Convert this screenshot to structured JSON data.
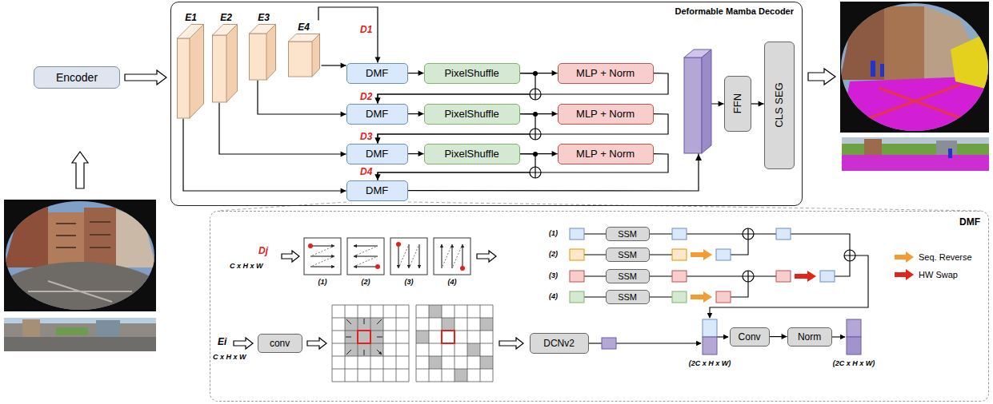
{
  "diagram": {
    "nodes": [
      {
        "text": [
          "Encoder"
        ]
      },
      {
        "text": [
          "Deformable Mamba Decoder"
        ]
      },
      {
        "text": [
          "E1"
        ],
        "in": 1
      },
      {
        "text": [
          "E2"
        ],
        "in": 1
      },
      {
        "text": [
          "E3"
        ],
        "in": 1
      },
      {
        "text": [
          "E4"
        ],
        "in": 1
      },
      {
        "text": [
          "DMF"
        ],
        "in": 1
      },
      {
        "text": [
          "PixelShuffle"
        ],
        "in": 1
      },
      {
        "text": [
          "MLP + Norm"
        ],
        "in": 1
      },
      {
        "text": [
          "DMF"
        ],
        "in": 1
      },
      {
        "text": [
          "PixelShuffle"
        ],
        "in": 1
      },
      {
        "text": [
          "MLP + Norm"
        ],
        "in": 1
      },
      {
        "text": [
          "DMF"
        ],
        "in": 1
      },
      {
        "text": [
          "PixelShuffle"
        ],
        "in": 1
      },
      {
        "text": [
          "MLP + Norm"
        ],
        "in": 1
      },
      {
        "text": [
          "DMF"
        ],
        "in": 1
      },
      {
        "text": [
          "FFN"
        ],
        "in": 1
      },
      {
        "text": [
          "CLS SEG"
        ],
        "in": 1
      },
      {
        "text": [
          "DMF"
        ]
      },
      {
        "text": [
          "SSM"
        ],
        "in": 18
      },
      {
        "text": [
          "SSM"
        ],
        "in": 18
      },
      {
        "text": [
          "SSM"
        ],
        "in": 18
      },
      {
        "text": [
          "SSM"
        ],
        "in": 18
      },
      {
        "text": [
          "conv"
        ],
        "in": 18
      },
      {
        "text": [
          "DCNv2"
        ],
        "in": 18
      },
      {
        "text": [
          "Conv"
        ],
        "in": 18
      },
      {
        "text": [
          "Norm"
        ],
        "in": 18
      }
    ],
    "edges": [
      {
        "from": 0,
        "to": 1,
        "arrow": "to"
      },
      {
        "from": 5,
        "to": 6,
        "arrow": "to"
      },
      {
        "from": 5,
        "to": 6,
        "arrow": "to"
      },
      {
        "from": 6,
        "to": 7,
        "arrow": "to"
      },
      {
        "from": 7,
        "to": 8,
        "arrow": "to"
      },
      {
        "from": 7,
        "to": 9,
        "arrow": "to"
      },
      {
        "from": 8,
        "to": 9,
        "arrow": "to"
      },
      {
        "from": 4,
        "to": 9,
        "arrow": "to"
      },
      {
        "from": 9,
        "to": 10,
        "arrow": "to"
      },
      {
        "from": 10,
        "to": 11,
        "arrow": "to"
      },
      {
        "from": 10,
        "to": 12,
        "arrow": "to"
      },
      {
        "from": 11,
        "to": 12,
        "arrow": "to"
      },
      {
        "from": 3,
        "to": 12,
        "arrow": "to"
      },
      {
        "from": 12,
        "to": 13,
        "arrow": "to"
      },
      {
        "from": 13,
        "to": 14,
        "arrow": "to"
      },
      {
        "from": 13,
        "to": 15,
        "arrow": "to"
      },
      {
        "from": 14,
        "to": 15,
        "arrow": "to"
      },
      {
        "from": 2,
        "to": 15,
        "arrow": "to"
      },
      {
        "from": 15,
        "to": 16,
        "arrow": "to"
      },
      {
        "from": 16,
        "to": 17,
        "arrow": "to"
      },
      {
        "from": 25,
        "to": 26,
        "arrow": "to"
      }
    ],
    "labels": [
      "D1",
      "D2",
      "D3",
      "D4",
      "Dj",
      "C x H x W",
      "(1)",
      "(2)",
      "(3)",
      "(4)",
      "(1)",
      "(2)",
      "(3)",
      "(4)",
      "Ei",
      "C x H x W",
      "(2C x H x W)",
      "(2C x H x W)"
    ],
    "legend": [
      {
        "text": "Seq. Reverse"
      },
      {
        "text": "HW Swap"
      }
    ]
  }
}
